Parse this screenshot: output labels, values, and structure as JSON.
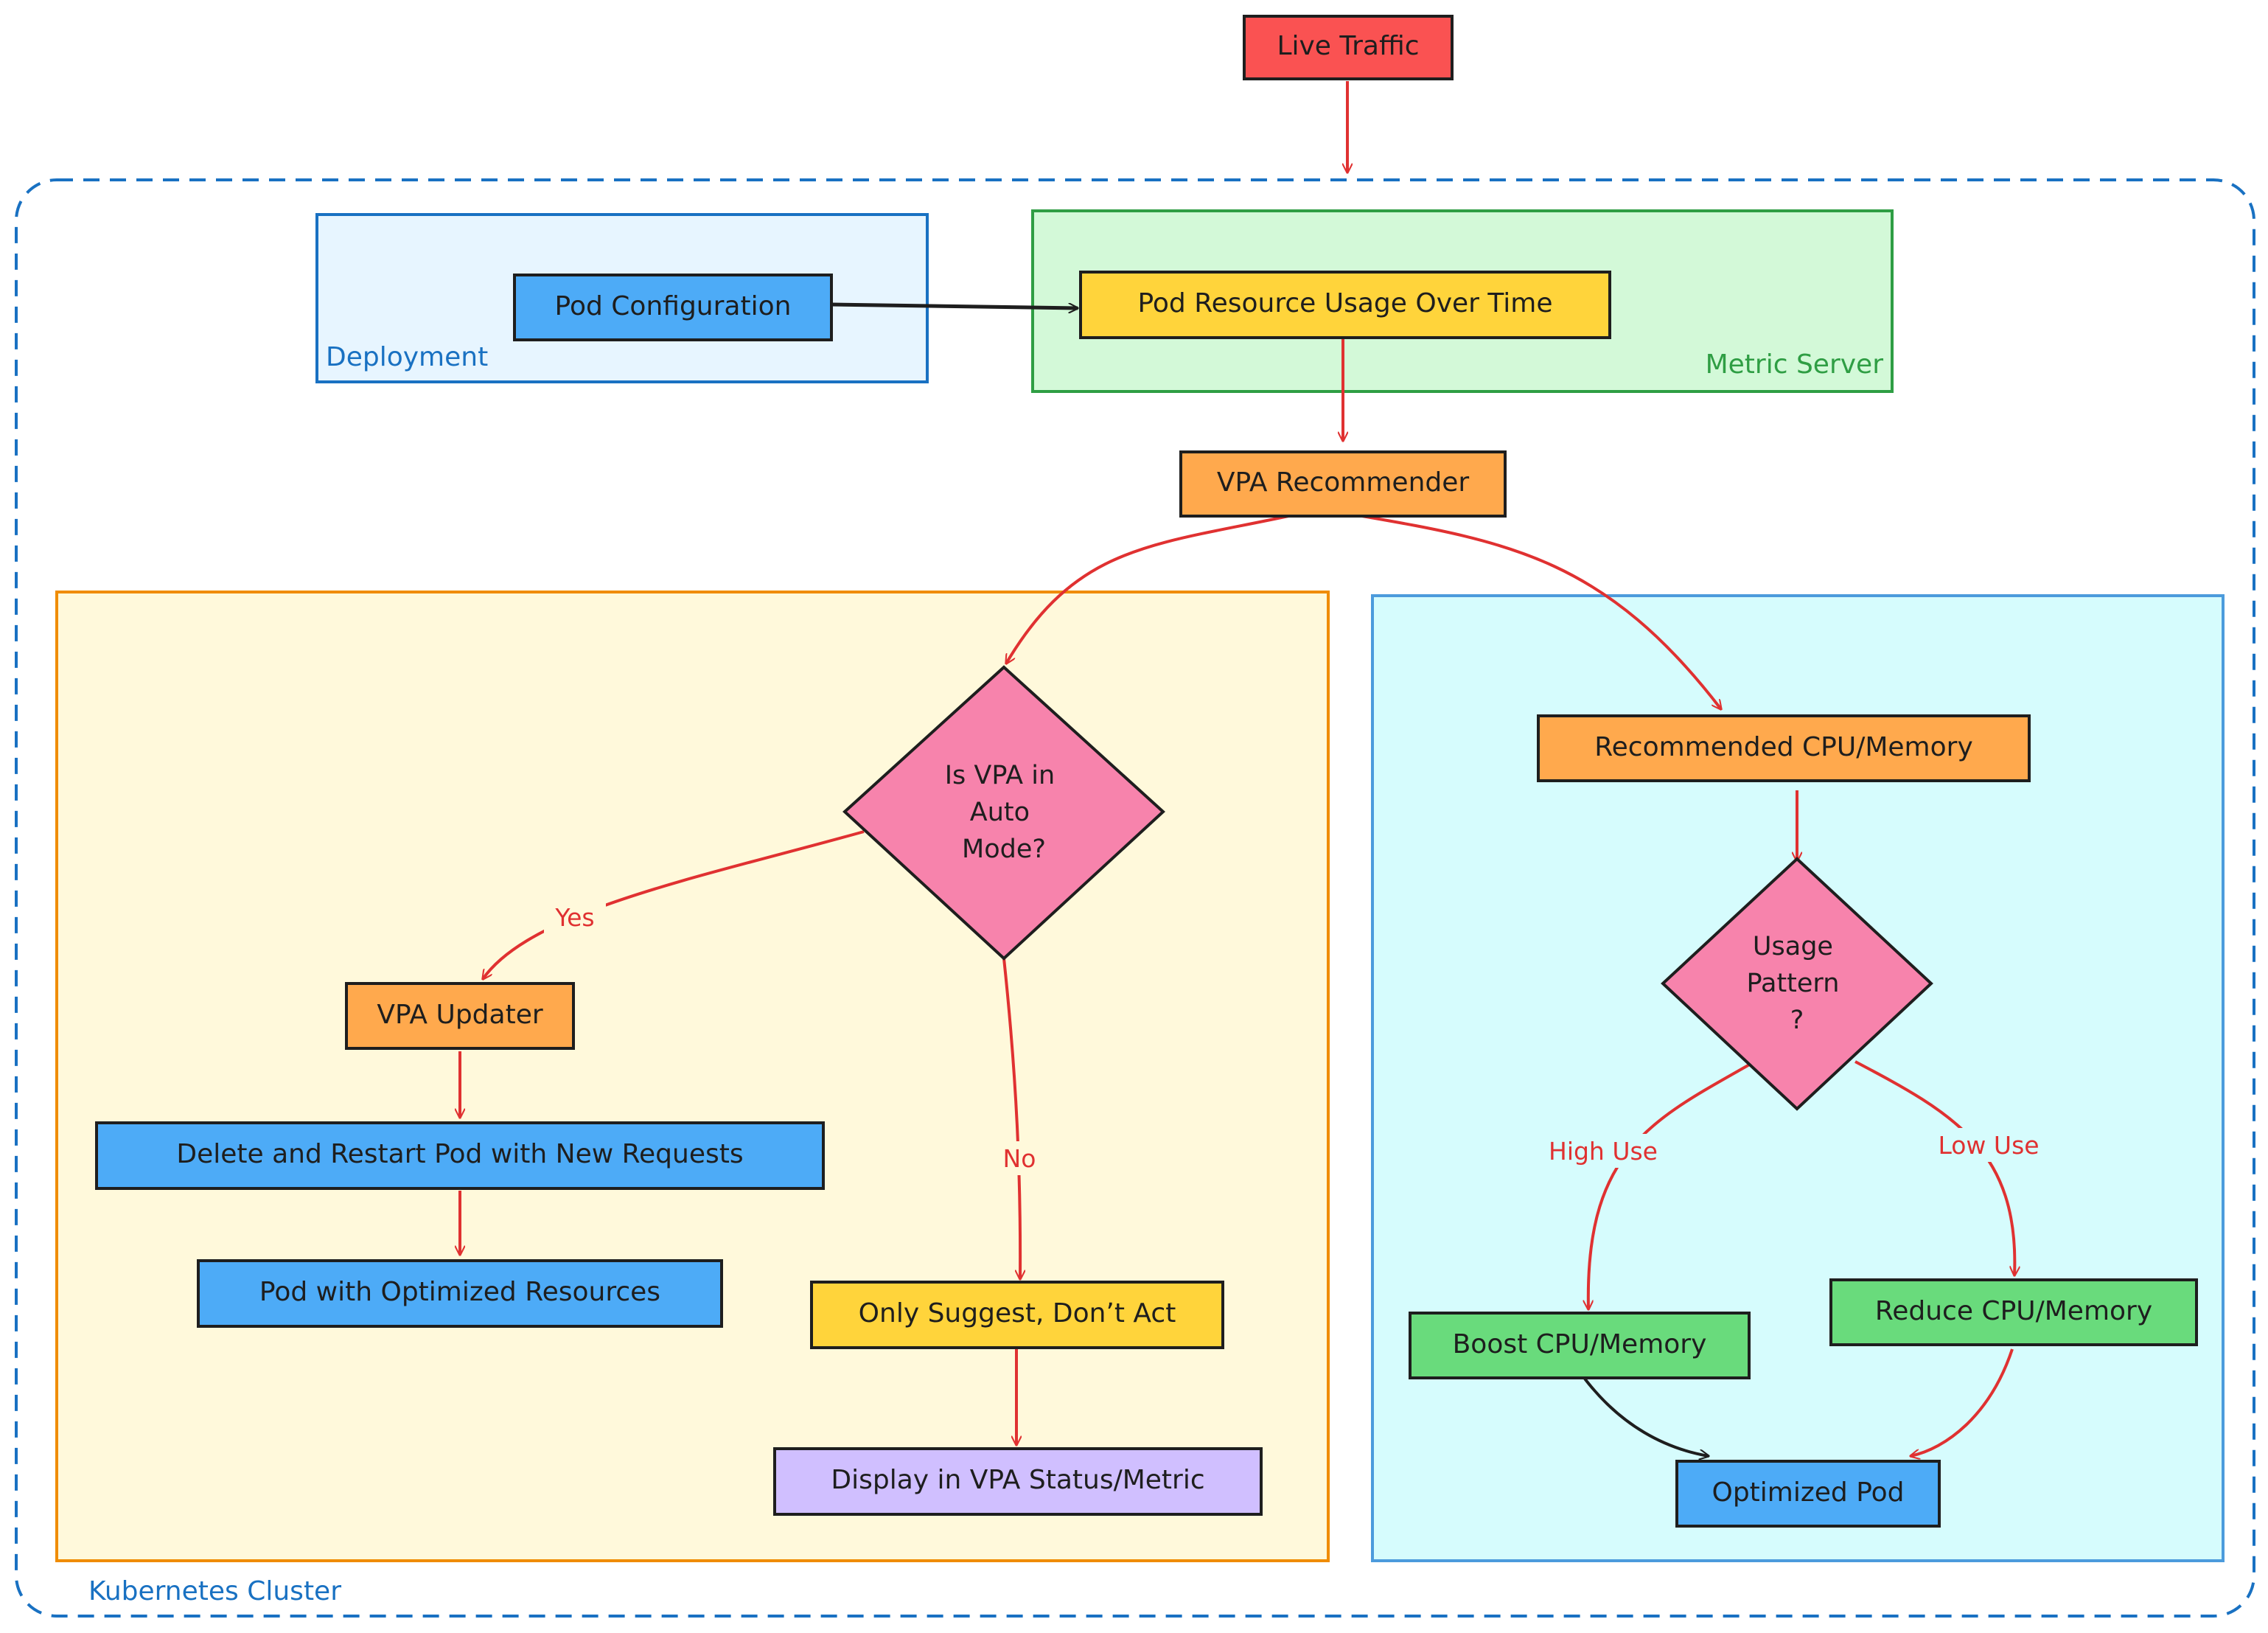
{
  "colors": {
    "red": "#fa5252",
    "orange": "#ffa94d",
    "blue": "#4dabf7",
    "yellow": "#ffd43b",
    "green": "#69db7c",
    "pink": "#f783ac",
    "purple": "#d0bfff",
    "arrow_red": "#e03131",
    "arrow_black": "#1e1e1e",
    "cluster_border": "#1971c2",
    "deployment_fill": "#e7f5ff",
    "metric_fill": "#d3f9d8",
    "metric_border": "#2f9e44",
    "auto_fill": "#fff9db",
    "auto_border": "#f08c00",
    "rec_fill": "#d6fcfd",
    "rec_border": "#4c9bdc"
  },
  "groups": {
    "cluster": "Kubernetes Cluster",
    "deployment": "Deployment",
    "metric_server": "Metric Server"
  },
  "nodes": {
    "live_traffic": "Live Traffic",
    "pod_configuration": "Pod Configuration",
    "pod_resource_usage": "Pod Resource Usage Over Time",
    "vpa_recommender": "VPA Recommender",
    "is_vpa_auto": [
      "Is VPA in",
      "Auto",
      "Mode?"
    ],
    "vpa_updater": "VPA Updater",
    "delete_restart": "Delete and Restart Pod with New Requests",
    "pod_optimized_resources": "Pod with Optimized Resources",
    "only_suggest": "Only Suggest, Don’t Act",
    "display_status": "Display in VPA Status/Metric",
    "recommended_cpu": "Recommended CPU/Memory",
    "usage_pattern": [
      "Usage",
      "Pattern",
      "?"
    ],
    "boost_cpu": "Boost CPU/Memory",
    "reduce_cpu": "Reduce CPU/Memory",
    "optimized_pod": "Optimized Pod"
  },
  "edge_labels": {
    "yes": "Yes",
    "no": "No",
    "high_use": "High Use",
    "low_use": "Low Use"
  }
}
